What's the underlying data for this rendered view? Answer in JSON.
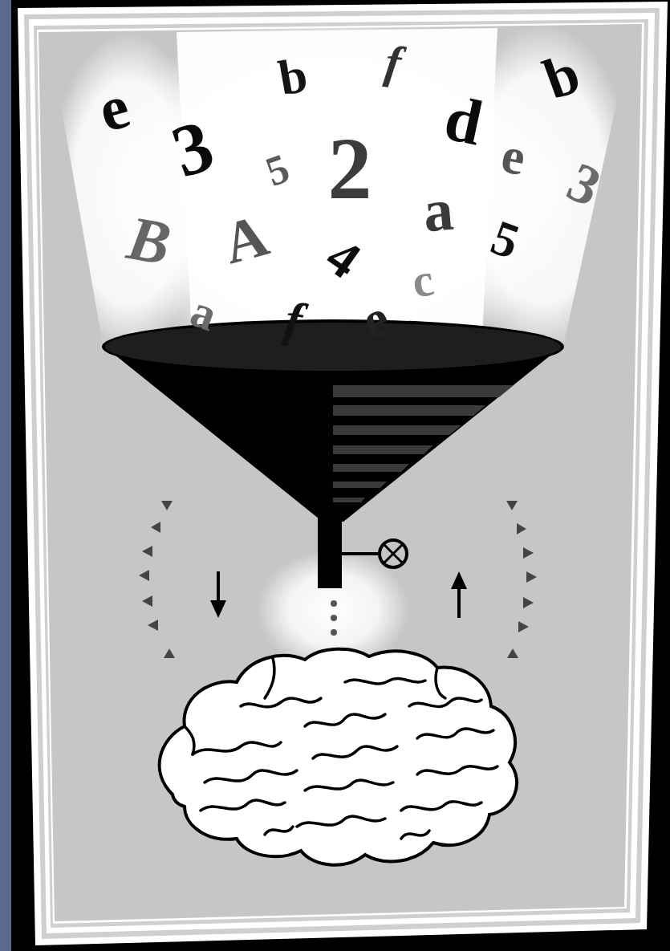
{
  "diagram": {
    "labels": [
      "e",
      "3",
      "b",
      "f",
      "d",
      "b",
      "5",
      "2",
      "e",
      "3",
      "B",
      "A",
      "a",
      "5",
      "4",
      "c",
      "a",
      "f",
      "e"
    ]
  }
}
